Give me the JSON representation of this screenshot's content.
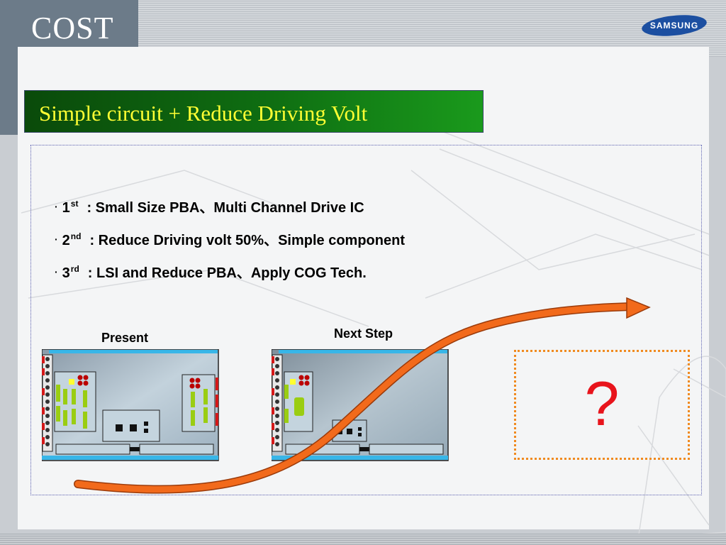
{
  "slide": {
    "title": "COST",
    "logo_text": "SAMSUNG",
    "heading": "Simple circuit +  Reduce Driving Volt"
  },
  "bullets": [
    {
      "num": "1",
      "suffix": "st",
      "text": ": Small Size PBA、Multi Channel Drive IC"
    },
    {
      "num": "2",
      "suffix": "nd",
      "text": ": Reduce Driving volt 50%、Simple component"
    },
    {
      "num": "3",
      "suffix": "rd",
      "text": ": LSI and Reduce PBA、Apply COG Tech."
    }
  ],
  "diagram": {
    "present_label": "Present",
    "next_label": "Next Step",
    "unknown_mark": "?"
  },
  "colors": {
    "heading_text": "#ffff33",
    "arrow": "#f26a1b",
    "question": "#e8141c",
    "logo_blue": "#1c4fa1"
  },
  "icons": {
    "logo": "samsung-logo",
    "arrow": "growth-arrow"
  }
}
